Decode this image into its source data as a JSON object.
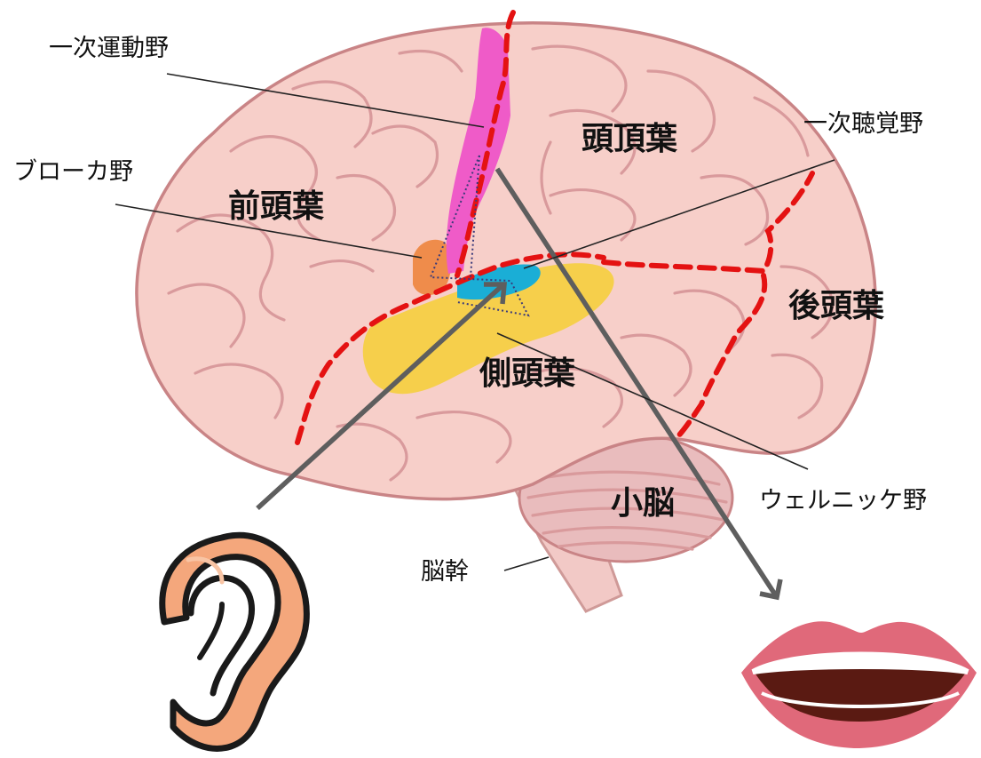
{
  "labels": {
    "primary_motor": "一次運動野",
    "broca": "ブローカ野",
    "frontal": "前頭葉",
    "parietal": "頭頂葉",
    "primary_auditory": "一次聴覚野",
    "occipital": "後頭葉",
    "temporal": "側頭葉",
    "cerebellum": "小脳",
    "wernicke": "ウェルニッケ野",
    "brainstem": "脳幹"
  },
  "icons": {
    "ear": "ear-icon",
    "mouth": "mouth-icon"
  },
  "colors": {
    "brain": "#f7cfc9",
    "gyrus_line": "#d99a9c",
    "lobe_border": "#e41212",
    "primary_motor_area": "#ef5bc8",
    "broca_area": "#ef8c4b",
    "primary_auditory_area": "#1aaed6",
    "wernicke_area": "#f6cf45",
    "cerebellum": "#e9bcbd",
    "brainstem": "#f2c9c6",
    "ear": "#f4a77c",
    "lips": "#e0697a",
    "pathway_arrow": "#5e5e5e"
  }
}
